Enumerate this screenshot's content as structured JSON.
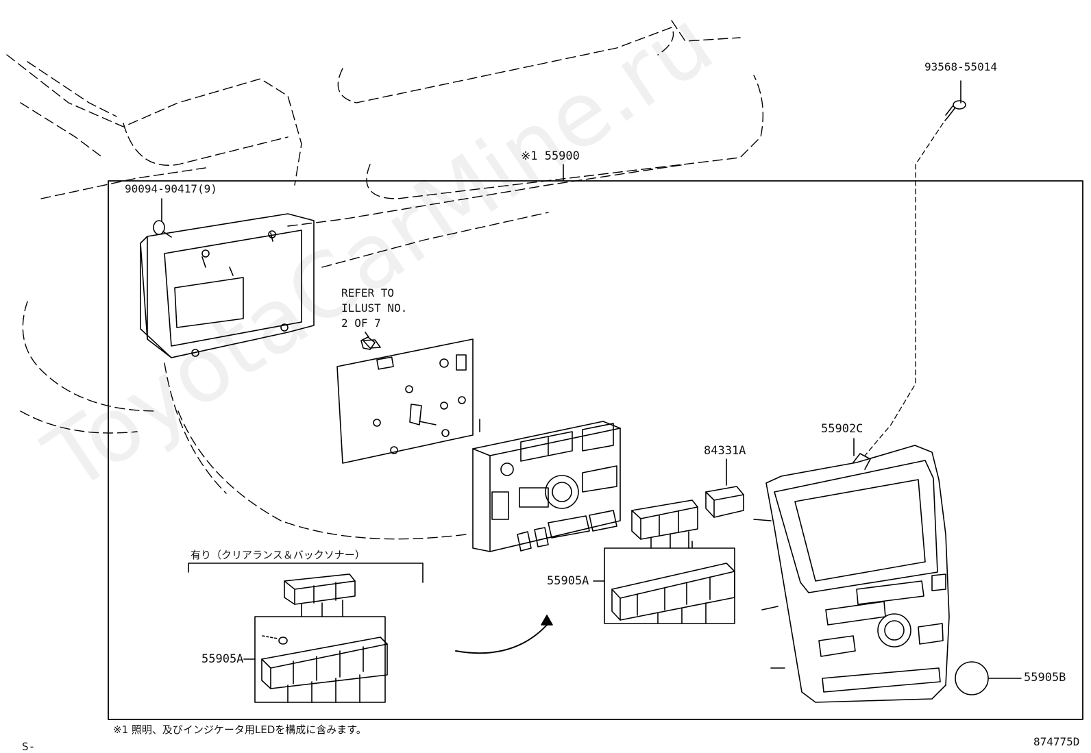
{
  "watermark": "ToyotaCarMine.ru",
  "parts": {
    "assembly": "※1 55900",
    "screw_top": "93568-55014",
    "screw_left": "90094-90417(9)",
    "panel": "55902C",
    "switch_small": "84331A",
    "switch_main": "55905A",
    "switch_option": "55905A",
    "knob": "55905B"
  },
  "refer_note": {
    "line1": "REFER TO",
    "line2": "ILLUST NO.",
    "line3": "2 OF 7"
  },
  "option_label": "有り（クリアランス＆バックソナー）",
  "footnote": "※1 照明、及びインジケータ用LEDを構成に含みます。",
  "corner_code": "S-",
  "diagram_id": "874775D"
}
